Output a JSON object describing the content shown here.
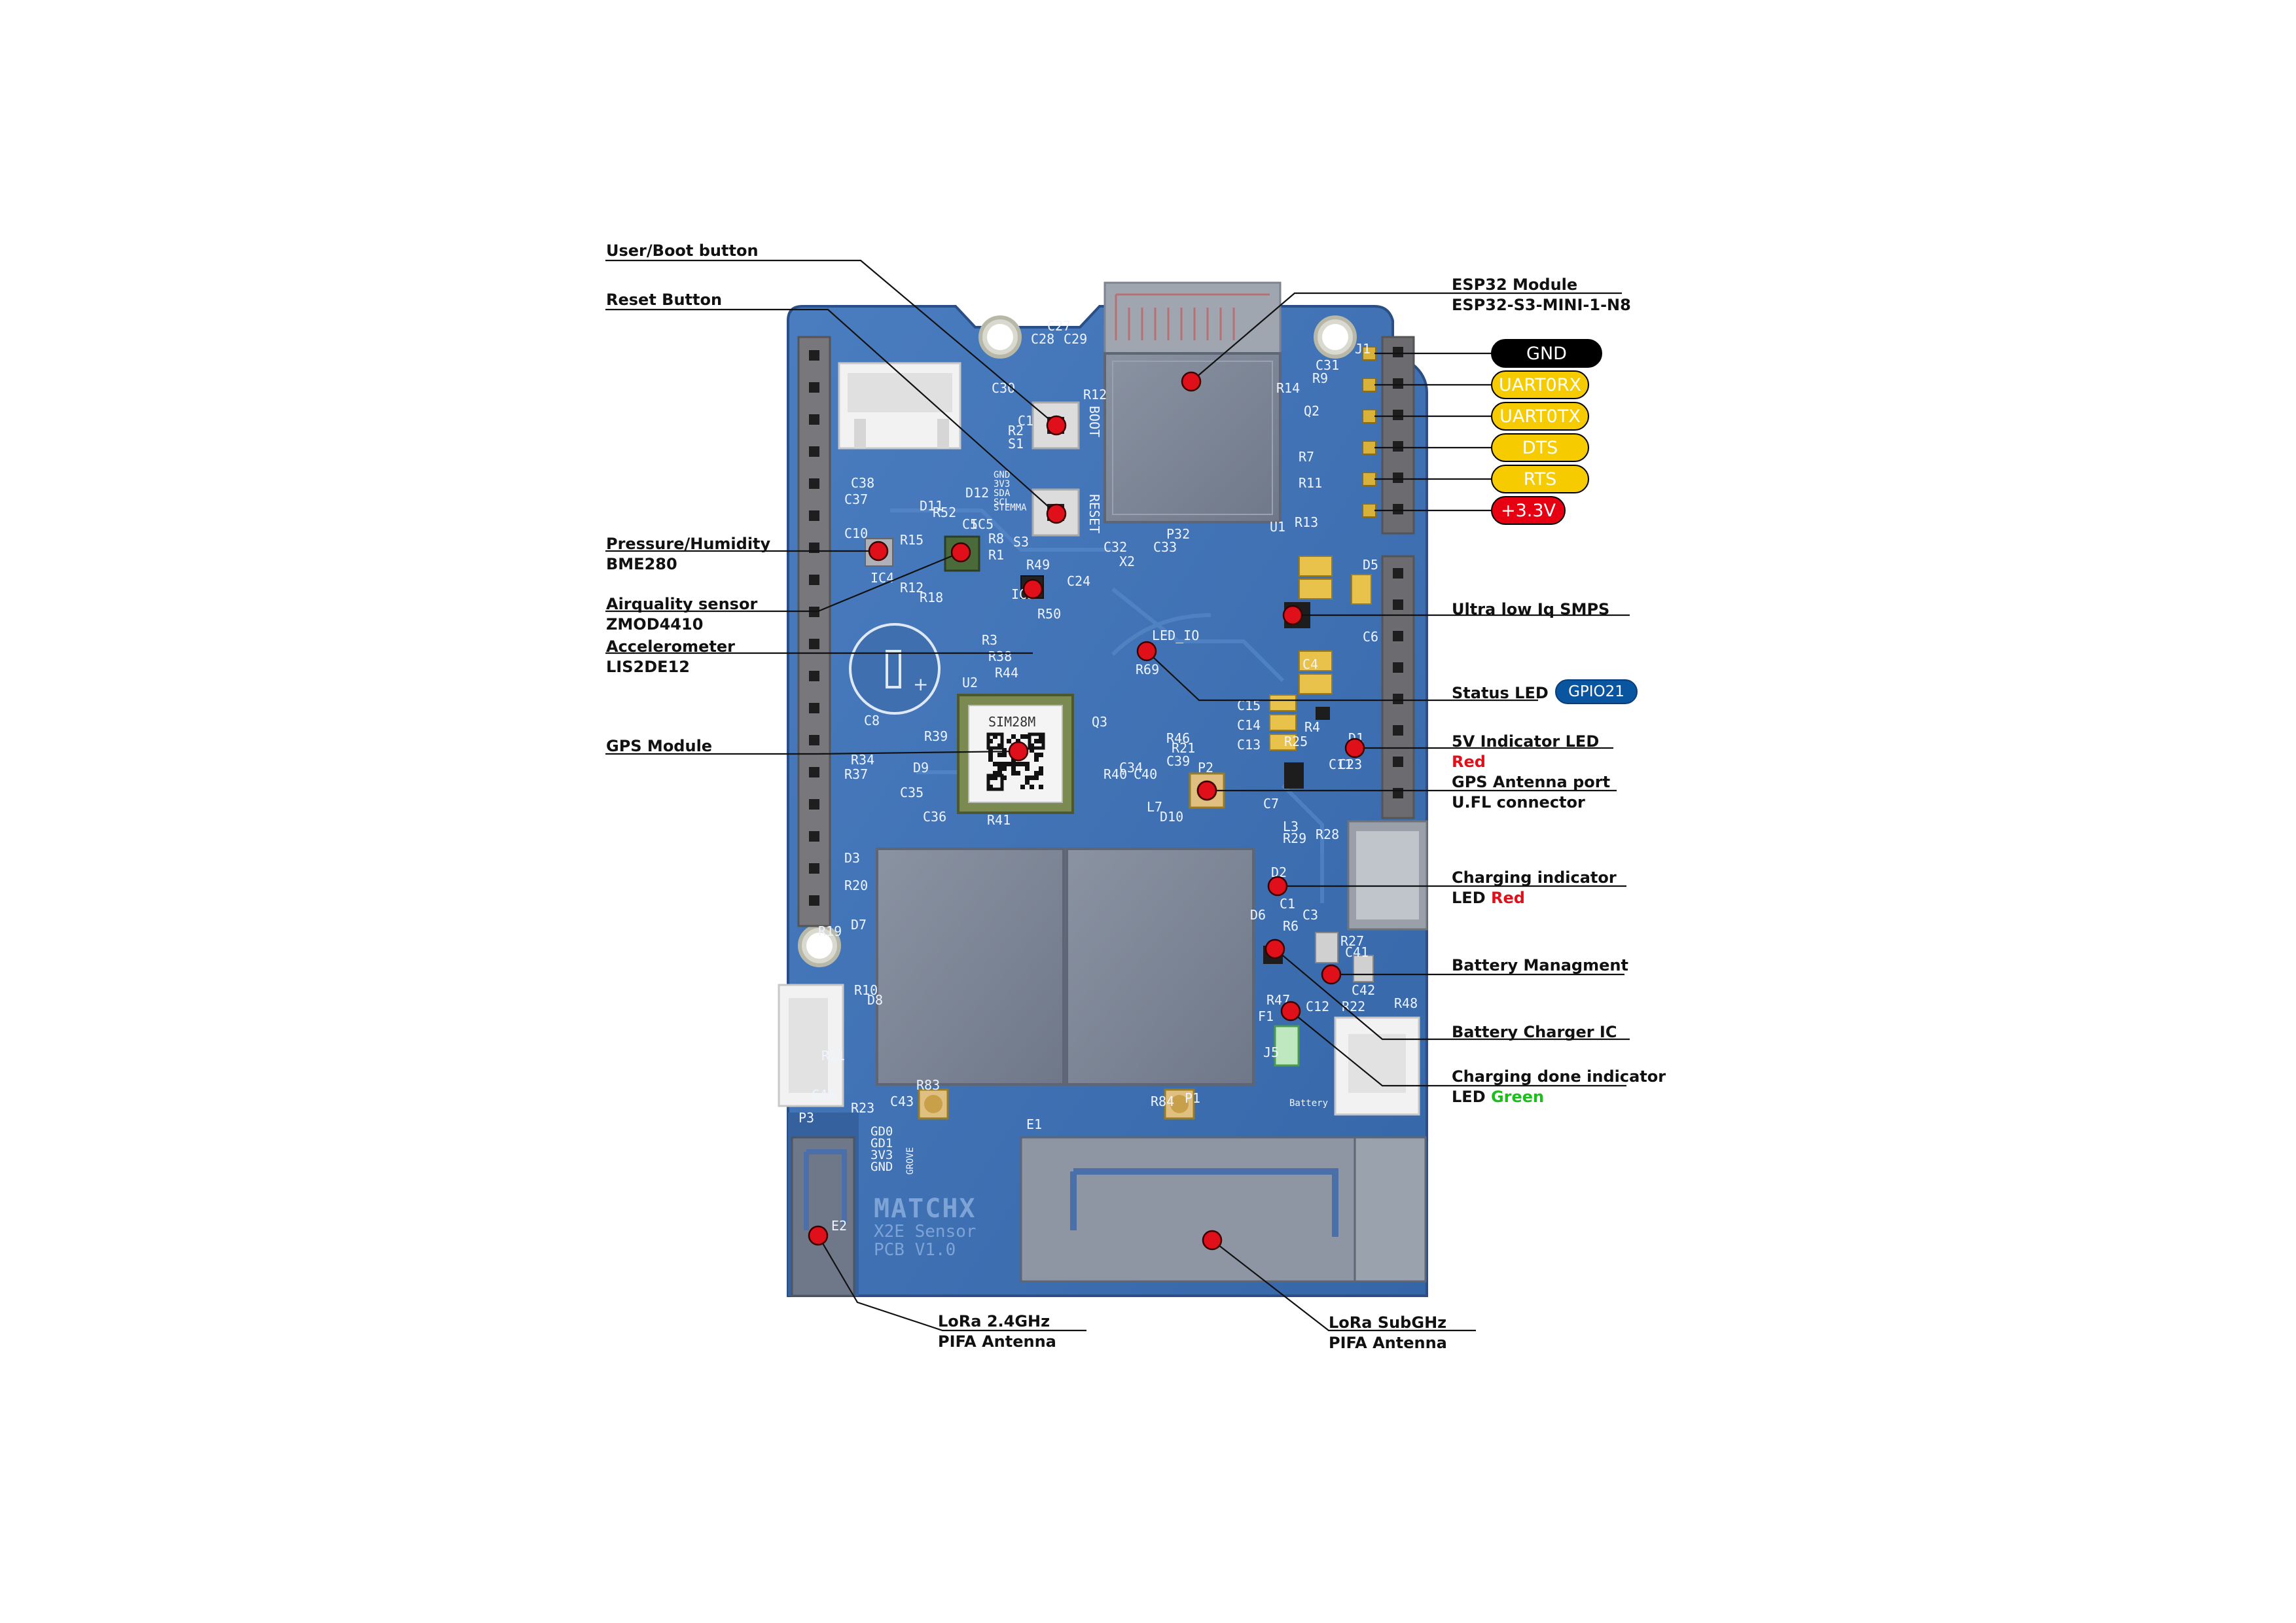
{
  "board": {
    "logo": "MATCHX",
    "product_line1": "X2E Sensor",
    "product_line2": "PCB V1.0",
    "module_marking": "SIM28M",
    "boot_silk": "BOOT",
    "reset_silk": "RESET",
    "stemma_silk": "STEMMA",
    "grove_silk": "GROVE",
    "battery_silk": "Battery",
    "grove_pins": [
      "GD0",
      "GD1",
      "3V3",
      "GND"
    ],
    "stemma_pins": [
      "GND",
      "3V3",
      "SDA",
      "SCL"
    ],
    "refdes": [
      "C27",
      "C28",
      "C29",
      "R12",
      "S1",
      "C30",
      "R2",
      "C1",
      "S3",
      "C38",
      "C37",
      "D11",
      "R52",
      "D12",
      "C5",
      "C10",
      "R15",
      "IC5",
      "IC4",
      "R12",
      "R18",
      "R8",
      "R1",
      "R49",
      "R50",
      "IC3",
      "C24",
      "R3",
      "R38",
      "R44",
      "U2",
      "C8",
      "R39",
      "R34",
      "R37",
      "D9",
      "C35",
      "C36",
      "Q3",
      "R41",
      "C34",
      "C40",
      "R40",
      "R46",
      "R21",
      "C39",
      "P2",
      "D10",
      "L7",
      "C32",
      "C33",
      "P32",
      "X2",
      "U1",
      "R14",
      "R9",
      "C31",
      "J1",
      "Q2",
      "R7",
      "R11",
      "R13",
      "D5",
      "C6",
      "C4",
      "C15",
      "C14",
      "C13",
      "R4",
      "R25",
      "D1",
      "C23",
      "C11",
      "C7",
      "R29",
      "L3",
      "R28",
      "D2",
      "D6",
      "C1",
      "R6",
      "C3",
      "R27",
      "C41",
      "C42",
      "R47",
      "C12",
      "R22",
      "R48",
      "J5",
      "F1",
      "D3",
      "R20",
      "R19",
      "D7",
      "R10",
      "D8",
      "R11",
      "C44",
      "C43",
      "R83",
      "P1",
      "R84",
      "P3",
      "E1",
      "E2",
      "R69",
      "LED_IO",
      "R23"
    ]
  },
  "callouts": [
    {
      "id": "user-boot",
      "lines": [
        "User/Boot button"
      ]
    },
    {
      "id": "reset",
      "lines": [
        "Reset Button"
      ]
    },
    {
      "id": "pressure",
      "lines": [
        "Pressure/Humidity",
        "BME280"
      ]
    },
    {
      "id": "airquality",
      "lines": [
        "Airquality sensor",
        "ZMOD4410"
      ]
    },
    {
      "id": "accelerometer",
      "lines": [
        "Accelerometer",
        "LIS2DE12"
      ]
    },
    {
      "id": "gps",
      "lines": [
        "GPS Module"
      ]
    },
    {
      "id": "esp32",
      "lines": [
        "ESP32 Module",
        "ESP32-S3-MINI-1-N8"
      ]
    },
    {
      "id": "smps",
      "lines": [
        "Ultra low Iq SMPS"
      ]
    },
    {
      "id": "status-led",
      "lines": [
        "Status LED"
      ]
    },
    {
      "id": "led5v",
      "lines": [
        "5V Indicator LED",
        "Red"
      ]
    },
    {
      "id": "gps-antenna",
      "lines": [
        "GPS Antenna port",
        "U.FL connector"
      ]
    },
    {
      "id": "charging",
      "lines": [
        "Charging indicator",
        "LED ",
        "Red"
      ]
    },
    {
      "id": "battery-mgmt",
      "lines": [
        "Battery Managment"
      ]
    },
    {
      "id": "charger-ic",
      "lines": [
        "Battery Charger IC"
      ]
    },
    {
      "id": "charge-done",
      "lines": [
        "Charging done indicator",
        "LED ",
        "Green"
      ]
    },
    {
      "id": "lora24",
      "lines": [
        "LoRa 2.4GHz",
        "PIFA Antenna"
      ]
    },
    {
      "id": "lorasub",
      "lines": [
        "LoRa SubGHz",
        "PIFA Antenna"
      ]
    }
  ],
  "pins": [
    {
      "label": "GND",
      "style": "black"
    },
    {
      "label": "UART0RX",
      "style": "yellow"
    },
    {
      "label": "UART0TX",
      "style": "yellow"
    },
    {
      "label": "DTS",
      "style": "yellow"
    },
    {
      "label": "RTS",
      "style": "yellow"
    },
    {
      "label": "+3.3V",
      "style": "red"
    }
  ],
  "status_gpio": "GPIO21",
  "colors": {
    "pcb": "#3e6fb0",
    "pcb_dark": "#2e5a96",
    "shield": "#7c8696",
    "marker": "#e0101a",
    "pin_black": "#000000",
    "pin_yellow": "#f6cc00",
    "pin_red": "#e60011",
    "gpio_blue": "#0a55a0"
  }
}
